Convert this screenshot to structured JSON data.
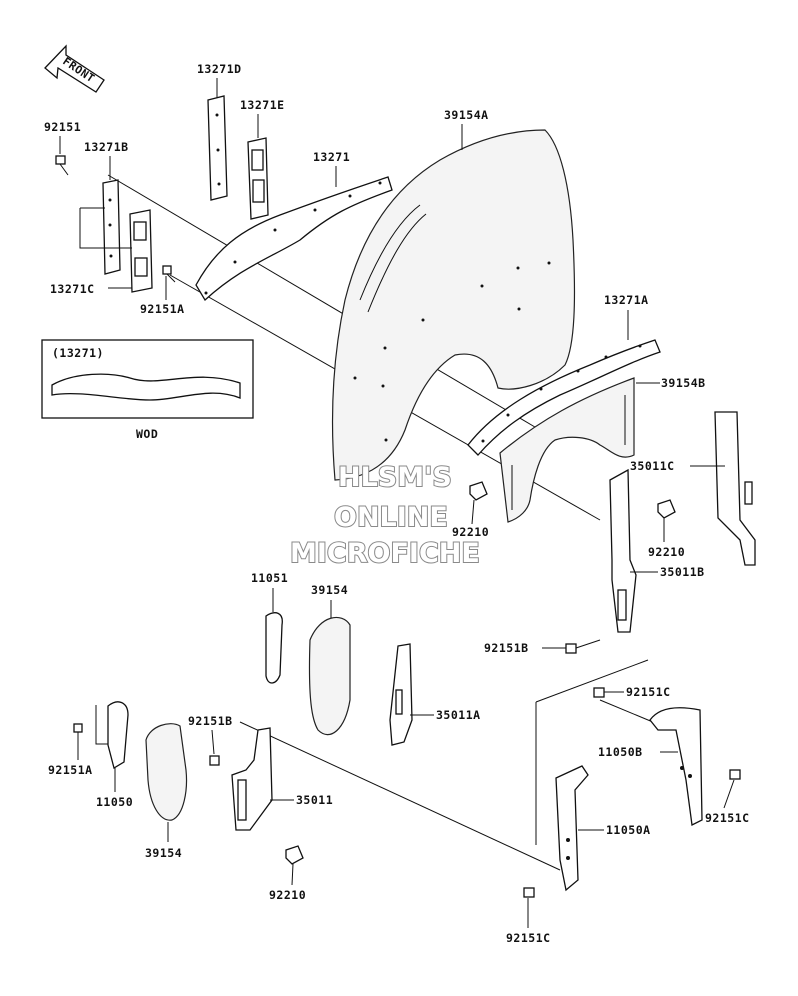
{
  "diagram": {
    "front_arrow_label": "FRONT",
    "inset": {
      "title": "(13271)",
      "caption": "WOD"
    },
    "watermark": {
      "line1": "HLSM'S",
      "line2": "ONLINE",
      "line3": "MICROFICHE"
    },
    "labels": {
      "p13271D": "13271D",
      "p13271E": "13271E",
      "p92151": "92151",
      "p13271B": "13271B",
      "p13271": "13271",
      "p39154A": "39154A",
      "p13271C": "13271C",
      "p92151A_top": "92151A",
      "p13271A": "13271A",
      "p39154B": "39154B",
      "p35011C": "35011C",
      "p92210_mid": "92210",
      "p92210_right": "92210",
      "p35011B": "35011B",
      "p11051": "11051",
      "p39154_mid": "39154",
      "p92151B_right": "92151B",
      "p92151C_top": "92151C",
      "p35011A": "35011A",
      "p11050B": "11050B",
      "p92151A_bottom": "92151A",
      "p92151B_bottom": "92151B",
      "p35011": "35011",
      "p11050": "11050",
      "p92151C_right": "92151C",
      "p11050A": "11050A",
      "p39154_bottom": "39154",
      "p92210_bottom": "92210",
      "p92151C_bottom": "92151C"
    }
  }
}
